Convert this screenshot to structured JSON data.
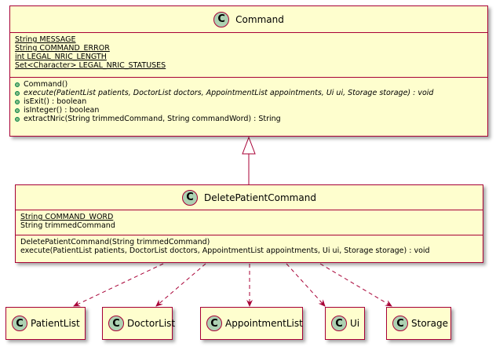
{
  "diagram": {
    "command": {
      "name": "Command",
      "fields": [
        "String MESSAGE",
        "String COMMAND_ERROR",
        "int LEGAL_NRIC_LENGTH",
        "Set<Character> LEGAL_NRIC_STATUSES"
      ],
      "methods": [
        "Command()",
        "execute(PatientList patients, DoctorList doctors, AppointmentList appointments, Ui ui, Storage storage) : void",
        "isExit() : boolean",
        "isInteger() : boolean",
        "extractNric(String trimmedCommand, String commandWord) : String"
      ]
    },
    "delete_patient_command": {
      "name": "DeletePatientCommand",
      "fields": [
        "String COMMAND_WORD",
        "String trimmedCommand"
      ],
      "methods": [
        "DeletePatientCommand(String trimmedCommand)",
        "execute(PatientList patients, DoctorList doctors, AppointmentList appointments, Ui ui, Storage storage) : void"
      ]
    },
    "dependencies": [
      {
        "name": "PatientList"
      },
      {
        "name": "DoctorList"
      },
      {
        "name": "AppointmentList"
      },
      {
        "name": "Ui"
      },
      {
        "name": "Storage"
      }
    ],
    "class_badge": "C",
    "colors": {
      "fill": "#FEFECE",
      "border": "#A80036",
      "badge": "#ADD1B2",
      "visibility": "#84BE84"
    }
  }
}
